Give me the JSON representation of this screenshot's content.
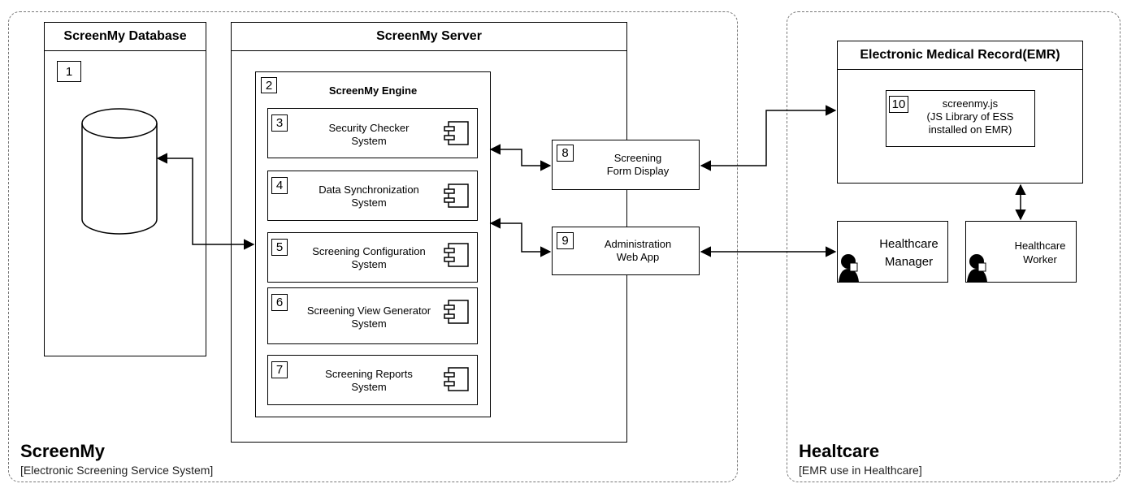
{
  "screenmy_boundary": {
    "title": "ScreenMy",
    "subtitle": "[Electronic Screening Service System]"
  },
  "healthcare_boundary": {
    "title": "Healtcare",
    "subtitle": "[EMR use in Healthcare]"
  },
  "database": {
    "title": "ScreenMy Database",
    "number": "1"
  },
  "server": {
    "title": "ScreenMy Server"
  },
  "engine": {
    "number": "2",
    "title": "ScreenMy Engine"
  },
  "subsystems": [
    {
      "number": "3",
      "line1": "Security Checker",
      "line2": "System"
    },
    {
      "number": "4",
      "line1": "Data Synchronization",
      "line2": "System"
    },
    {
      "number": "5",
      "line1": "Screening Configuration",
      "line2": "System"
    },
    {
      "number": "6",
      "line1": "Screening View Generator",
      "line2": "System"
    },
    {
      "number": "7",
      "line1": "Screening Reports",
      "line2": "System"
    }
  ],
  "form_display": {
    "number": "8",
    "line1": "Screening",
    "line2": "Form Display"
  },
  "admin_app": {
    "number": "9",
    "line1": "Administration",
    "line2": "Web App"
  },
  "emr": {
    "title": "Electronic Medical Record(EMR)",
    "lib_number": "10",
    "lib_line1": "screenmy.js",
    "lib_line2": "(JS Library of ESS",
    "lib_line3": "installed on EMR)"
  },
  "actors": {
    "manager_line1": "Healthcare",
    "manager_line2": "Manager",
    "worker_line1": "Healthcare",
    "worker_line2": "Worker"
  },
  "icons": {
    "database": "cylinder-icon",
    "component": "uml-component-icon",
    "person": "person-icon"
  }
}
